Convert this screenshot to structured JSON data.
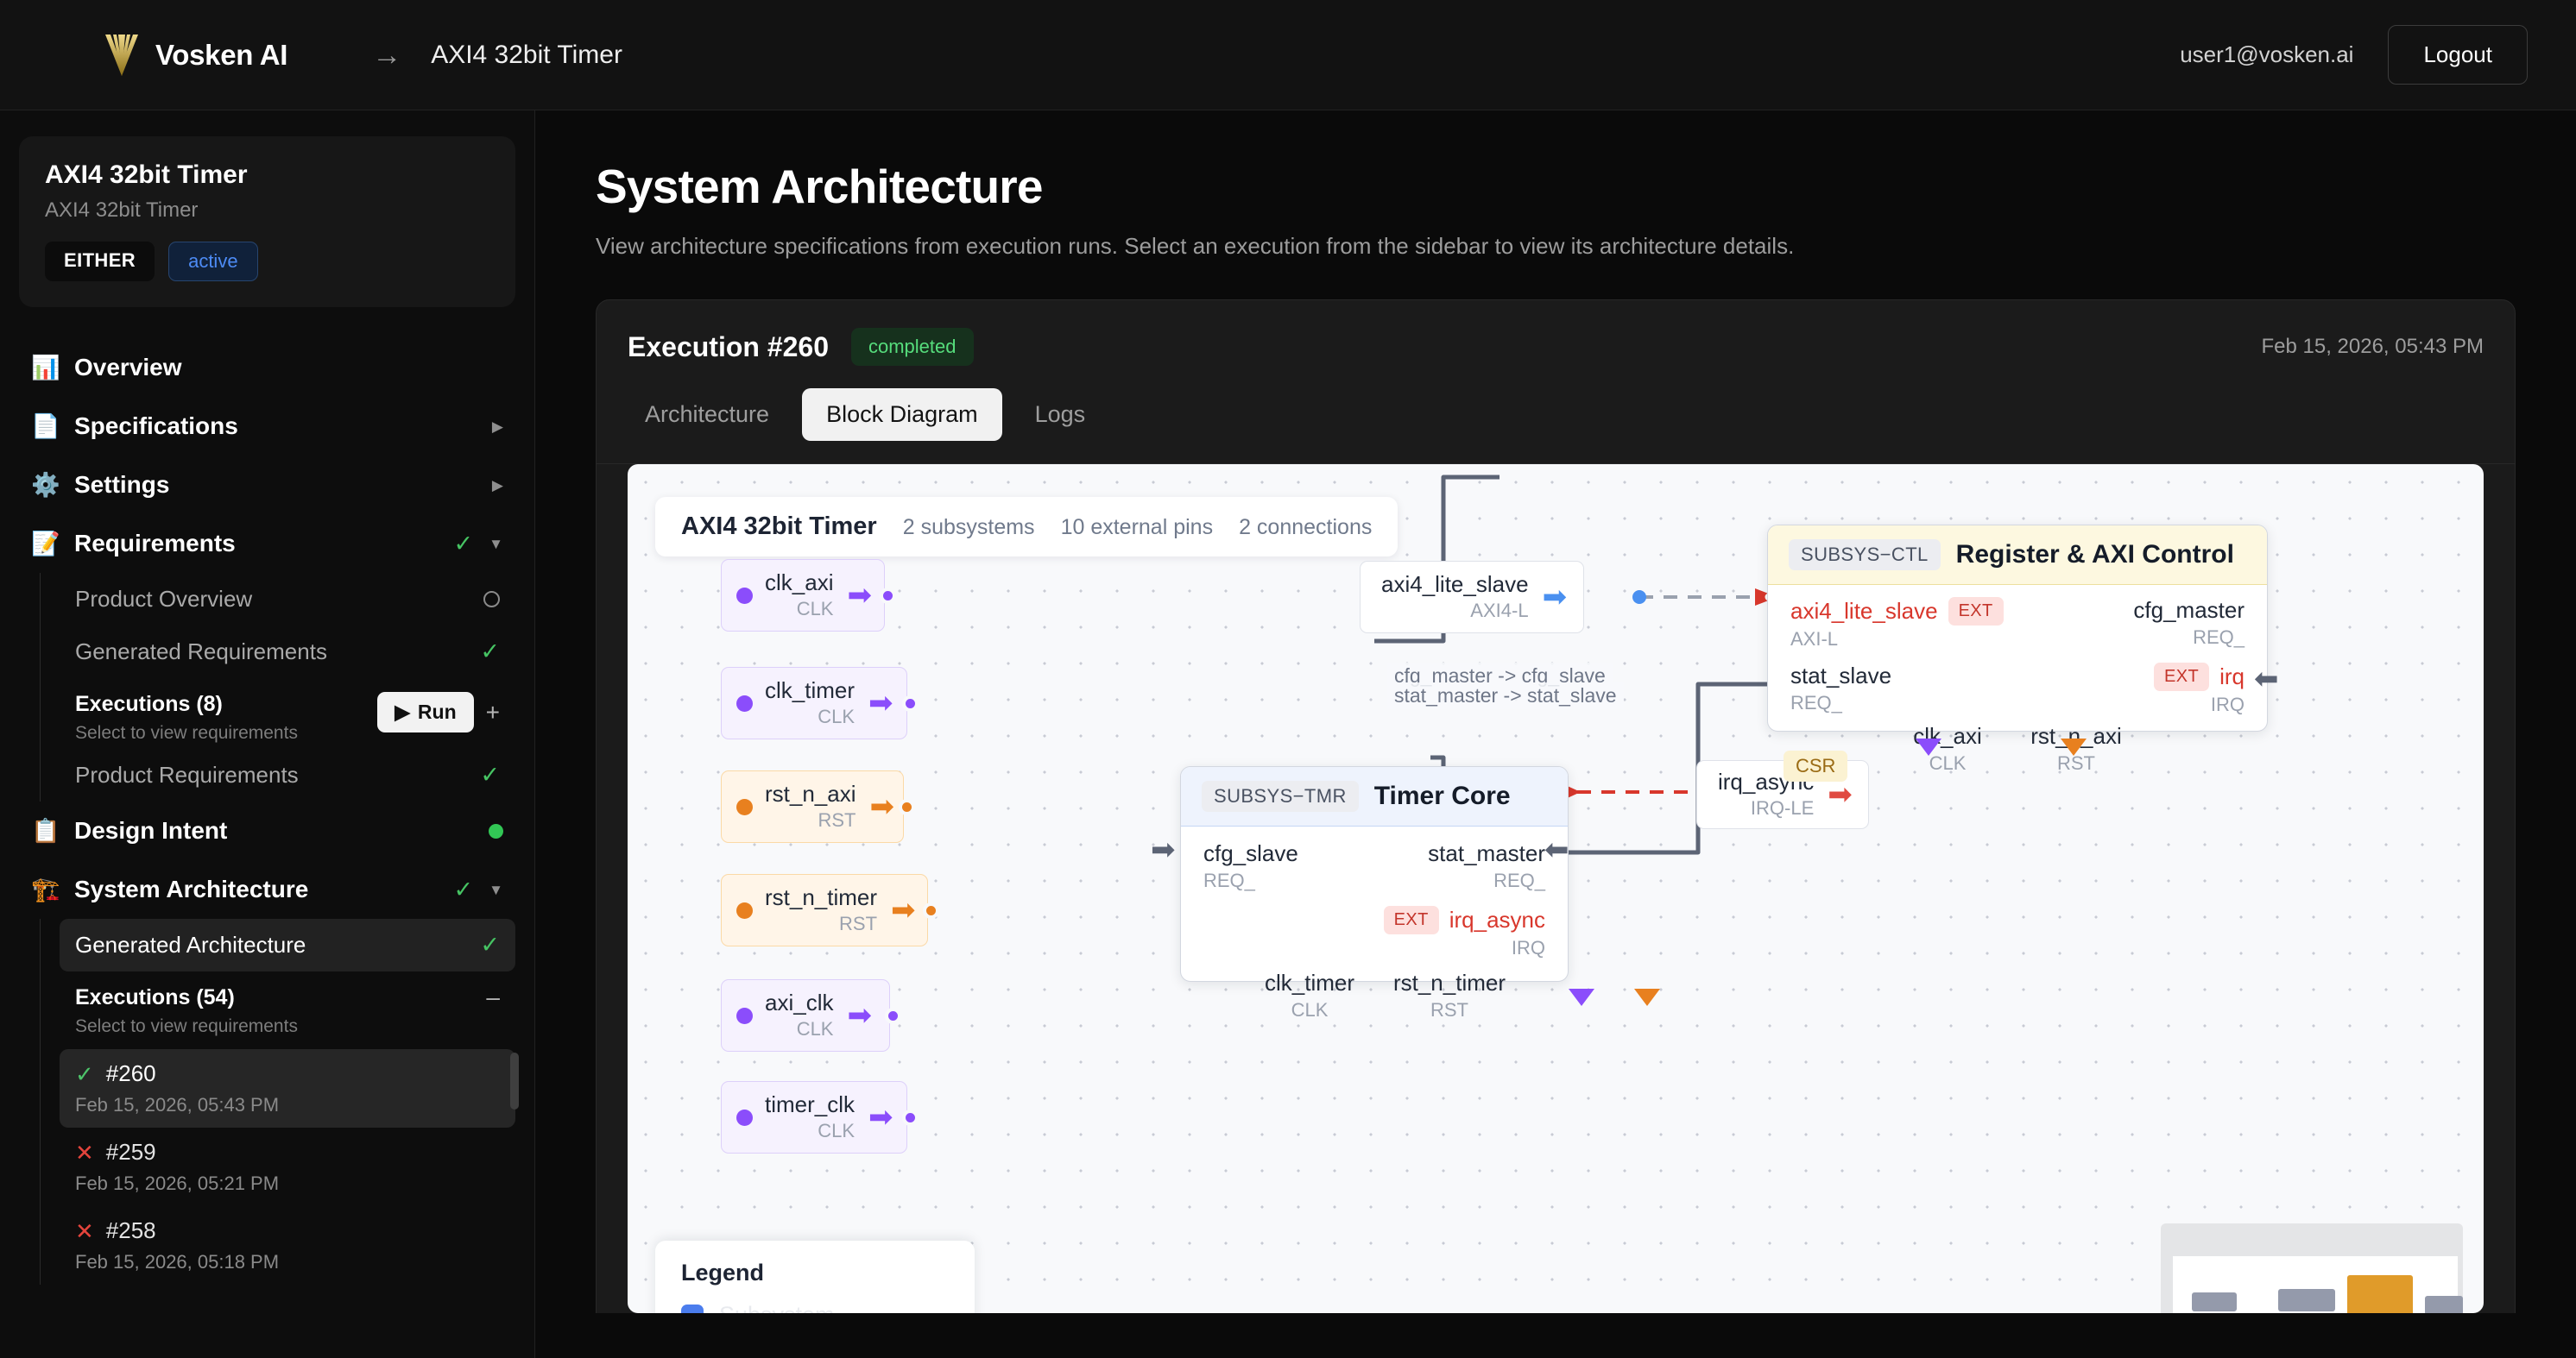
{
  "topbar": {
    "brand": "Vosken AI",
    "crumb_arrow": "→",
    "crumb_title": "AXI4 32bit Timer",
    "user_email": "user1@vosken.ai",
    "logout_label": "Logout"
  },
  "sidebar": {
    "project": {
      "title": "AXI4 32bit Timer",
      "subtitle": "AXI4 32bit Timer",
      "badge_mode": "EITHER",
      "badge_status": "active"
    },
    "nav": [
      {
        "icon": "bar-chart-emoji",
        "glyph": "📊",
        "label": "Overview"
      },
      {
        "icon": "document-emoji",
        "glyph": "📄",
        "label": "Specifications",
        "caret": "▶"
      },
      {
        "icon": "gear-emoji",
        "glyph": "⚙️",
        "label": "Settings",
        "caret": "▶"
      }
    ],
    "requirements": {
      "icon": "memo-emoji",
      "glyph": "📝",
      "label": "Requirements",
      "check": "✓",
      "caret": "▼",
      "children": [
        {
          "label": "Product Overview",
          "status": "ring"
        },
        {
          "label": "Generated Requirements",
          "status": "check"
        }
      ],
      "executions": {
        "title": "Executions (8)",
        "subtitle": "Select to view requirements",
        "run_label": "Run",
        "run_glyph": "▶",
        "plus": "+"
      },
      "tail": {
        "label": "Product Requirements",
        "status": "check"
      }
    },
    "design_intent": {
      "icon": "clipboard-emoji",
      "glyph": "📋",
      "label": "Design Intent",
      "status": "dot-green"
    },
    "system_architecture": {
      "icon": "crane-emoji",
      "glyph": "🏗️",
      "label": "System Architecture",
      "check": "✓",
      "caret": "▼",
      "children": [
        {
          "label": "Generated Architecture",
          "status": "check"
        }
      ],
      "executions": {
        "title": "Executions (54)",
        "subtitle": "Select to view requirements",
        "collapse": "–"
      },
      "items": [
        {
          "status": "ok",
          "mark": "✓",
          "id": "#260",
          "date": "Feb 15, 2026, 05:43 PM",
          "selected": true
        },
        {
          "status": "bad",
          "mark": "✕",
          "id": "#259",
          "date": "Feb 15, 2026, 05:21 PM",
          "selected": false
        },
        {
          "status": "bad",
          "mark": "✕",
          "id": "#258",
          "date": "Feb 15, 2026, 05:18 PM",
          "selected": false
        }
      ]
    }
  },
  "main": {
    "page_title": "System Architecture",
    "page_subtitle": "View architecture specifications from execution runs. Select an execution from the sidebar to view its architecture details.",
    "execution": {
      "title": "Execution #260",
      "status_badge": "completed",
      "date": "Feb 15, 2026, 05:43 PM"
    },
    "tabs": [
      {
        "label": "Architecture",
        "active": false
      },
      {
        "label": "Block Diagram",
        "active": true
      },
      {
        "label": "Logs",
        "active": false
      }
    ]
  },
  "diagram": {
    "header": {
      "title": "AXI4 32bit Timer",
      "subsystems": "2 subsystems",
      "external_pins": "10 external pins",
      "connections": "2 connections"
    },
    "external_pins_left": [
      {
        "name": "clk_axi",
        "kind": "CLK",
        "type": "clk",
        "arrow": "➡"
      },
      {
        "name": "clk_timer",
        "kind": "CLK",
        "type": "clk",
        "arrow": "➡"
      },
      {
        "name": "rst_n_axi",
        "kind": "RST",
        "type": "rst",
        "arrow": "➡"
      },
      {
        "name": "rst_n_timer",
        "kind": "RST",
        "type": "rst",
        "arrow": "➡"
      },
      {
        "name": "axi_clk",
        "kind": "CLK",
        "type": "clk",
        "arrow": "➡"
      },
      {
        "name": "timer_clk",
        "kind": "CLK",
        "type": "clk",
        "arrow": "➡"
      }
    ],
    "external_pins_other": [
      {
        "name": "axi4_lite_slave",
        "kind": "AXI4-L",
        "type": "blue",
        "arrow": "➡"
      },
      {
        "name": "irq",
        "kind": "IRQ-LE",
        "type": "red",
        "arrow": "➡"
      },
      {
        "name": "irq_async",
        "kind": "IRQ-LE",
        "type": "red",
        "arrow": "➡"
      }
    ],
    "subsystems": [
      {
        "tag": "SUBSYS−CTL",
        "name": "Register & AXI Control",
        "chip": "CSR",
        "ports_left": [
          {
            "name": "axi4_lite_slave",
            "kind": "AXI-L",
            "ext": "EXT",
            "external": true
          },
          {
            "name": "stat_slave",
            "kind": "REQ_",
            "ext": null,
            "external": false
          }
        ],
        "ports_right": [
          {
            "name": "cfg_master",
            "kind": "REQ_",
            "ext": null,
            "external": false
          },
          {
            "name": "irq",
            "kind": "IRQ",
            "ext": "EXT",
            "external": true
          }
        ],
        "ports_bottom": [
          {
            "name": "clk_axi",
            "kind": "CLK"
          },
          {
            "name": "rst_n_axi",
            "kind": "RST"
          }
        ]
      },
      {
        "tag": "SUBSYS−TMR",
        "name": "Timer Core",
        "chip": null,
        "ports_left": [
          {
            "name": "cfg_slave",
            "kind": "REQ_",
            "ext": null,
            "external": false
          }
        ],
        "ports_right": [
          {
            "name": "stat_master",
            "kind": "REQ_",
            "ext": null,
            "external": false
          },
          {
            "name": "irq_async",
            "kind": "IRQ",
            "ext": "EXT",
            "external": true
          }
        ],
        "ports_bottom": [
          {
            "name": "clk_timer",
            "kind": "CLK"
          },
          {
            "name": "rst_n_timer",
            "kind": "RST"
          }
        ]
      }
    ],
    "edge_labels": [
      "cfg_master -> cfg_slave",
      "stat_master -> stat_slave"
    ],
    "legend": {
      "title": "Legend",
      "items": [
        {
          "label": "Subsystem",
          "color": "#4b7ded"
        }
      ]
    }
  },
  "colors": {
    "clk": "#8b4dfb",
    "rst": "#e8801f",
    "ext_red": "#d8372c",
    "blue": "#4a90f0",
    "gray": "#5c6475",
    "accent_green": "#46c463",
    "brand_gold": "#c9a227"
  }
}
